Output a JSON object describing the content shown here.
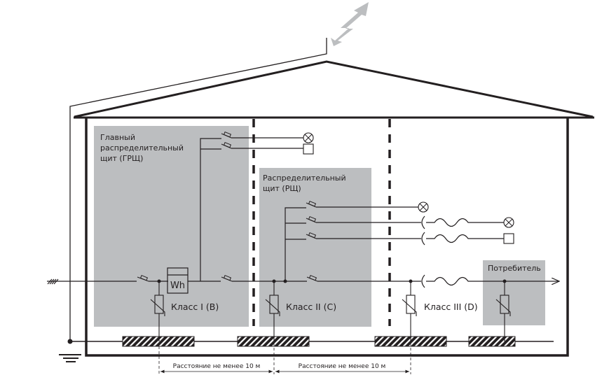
{
  "title": "Surge protection zoning diagram",
  "colors": {
    "line": "#231f20",
    "zone_fill": "#bcbec0",
    "lightning": "#bcbec0",
    "background": "#ffffff"
  },
  "panels": {
    "main": {
      "label_lines": [
        "Главный",
        "распределительный",
        "щит (ГРЩ)"
      ]
    },
    "distribution": {
      "label_lines": [
        "Распределительный",
        "щит (РЩ)"
      ]
    },
    "consumer": {
      "label": "Потребитель"
    }
  },
  "meter": {
    "label": "Wh"
  },
  "protection_classes": [
    {
      "label": "Класс I (B)"
    },
    {
      "label": "Класс II (C)"
    },
    {
      "label": "Класс III (D)"
    }
  ],
  "distance_labels": [
    "Расстояние не менее 10 м",
    "Расстояние не менее 10 м"
  ],
  "icons": {
    "lightning": "lightning-bolt-icon",
    "lamp": "lamp-icon",
    "load": "load-box-icon",
    "ground": "ground-icon"
  }
}
